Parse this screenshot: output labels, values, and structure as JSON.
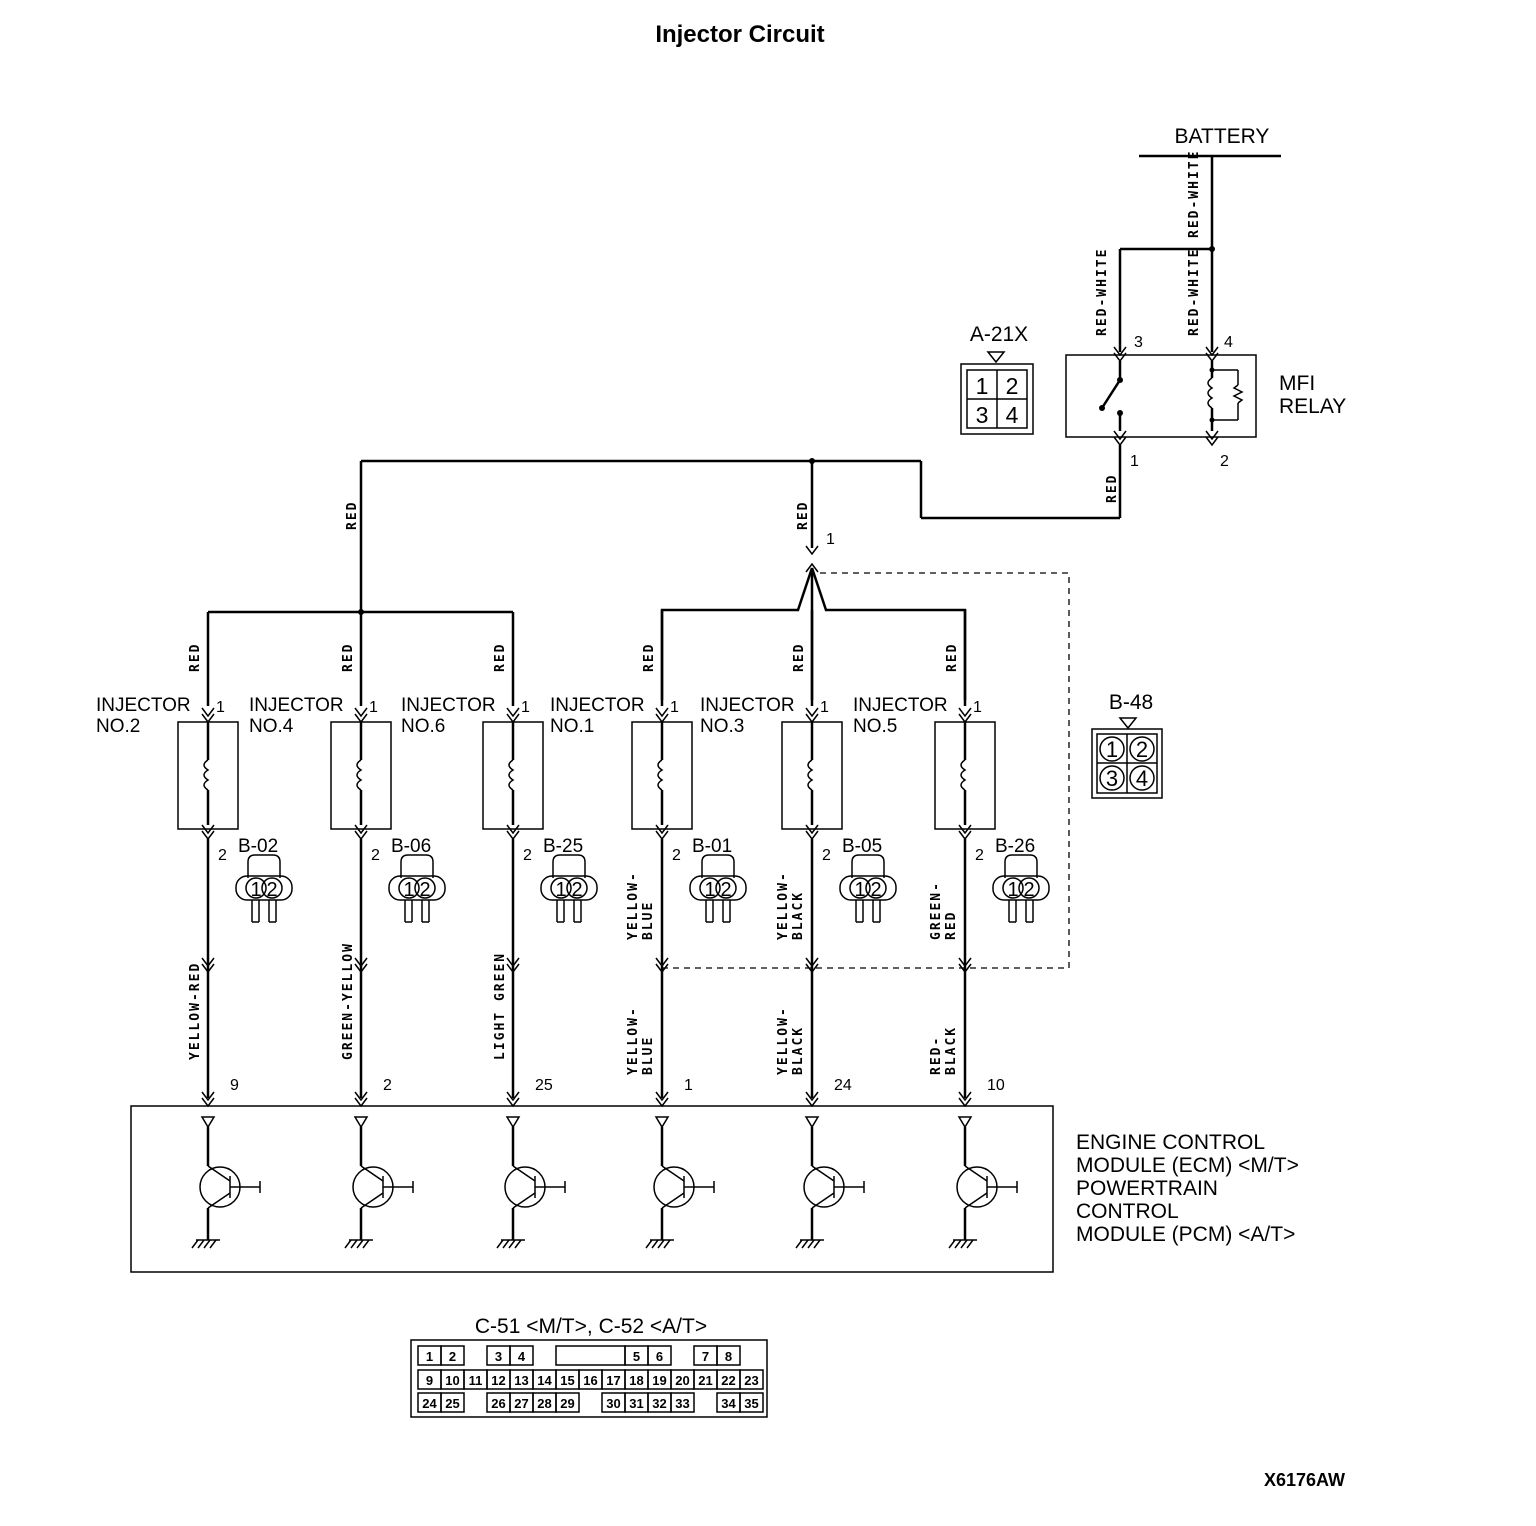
{
  "title": "Injector Circuit",
  "battery": {
    "label": "BATTERY",
    "wire": "RED-WHITE"
  },
  "relay": {
    "label_line1": "MFI",
    "label_line2": "RELAY",
    "connector": "A-21X",
    "pins": {
      "p3": "3",
      "p4": "4",
      "p1": "1",
      "p2": "2"
    },
    "wire_in_left": "RED-WHITE",
    "wire_in_right": "RED-WHITE",
    "wire_out": "RED",
    "connector_cells": [
      "1",
      "2",
      "3",
      "4"
    ]
  },
  "bus": {
    "wire_left": "RED",
    "wire_right": "RED",
    "joint_pin": "1"
  },
  "joint_connector": {
    "label": "B-48",
    "cells": [
      "1",
      "2",
      "3",
      "4"
    ]
  },
  "injectors": [
    {
      "line1": "INJECTOR",
      "line2": "NO.2",
      "connector": "B-02",
      "pin_top": "1",
      "pin_bottom": "2",
      "wire_top": "RED",
      "wire_bottom": "YELLOW-RED",
      "ecm_pin": "9",
      "conn_cells": [
        "1",
        "2"
      ]
    },
    {
      "line1": "INJECTOR",
      "line2": "NO.4",
      "connector": "B-06",
      "pin_top": "1",
      "pin_bottom": "2",
      "wire_top": "RED",
      "wire_bottom": "GREEN-YELLOW",
      "ecm_pin": "2",
      "conn_cells": [
        "1",
        "2"
      ]
    },
    {
      "line1": "INJECTOR",
      "line2": "NO.6",
      "connector": "B-25",
      "pin_top": "1",
      "pin_bottom": "2",
      "wire_top": "RED",
      "wire_bottom": "LIGHT GREEN",
      "ecm_pin": "25",
      "conn_cells": [
        "1",
        "2"
      ]
    },
    {
      "line1": "INJECTOR",
      "line2": "NO.1",
      "connector": "B-01",
      "pin_top": "1",
      "pin_bottom": "2",
      "wire_top": "RED",
      "wire_mid_1": "YELLOW-",
      "wire_mid_2": "BLUE",
      "wire_bottom_1": "YELLOW-",
      "wire_bottom_2": "BLUE",
      "ecm_pin": "1",
      "conn_cells": [
        "1",
        "2"
      ]
    },
    {
      "line1": "INJECTOR",
      "line2": "NO.3",
      "connector": "B-05",
      "pin_top": "1",
      "pin_bottom": "2",
      "wire_top": "RED",
      "wire_mid_1": "YELLOW-",
      "wire_mid_2": "BLACK",
      "wire_bottom_1": "YELLOW-",
      "wire_bottom_2": "BLACK",
      "ecm_pin": "24",
      "conn_cells": [
        "1",
        "2"
      ]
    },
    {
      "line1": "INJECTOR",
      "line2": "NO.5",
      "connector": "B-26",
      "pin_top": "1",
      "pin_bottom": "2",
      "wire_top": "RED",
      "wire_mid_1": "GREEN-",
      "wire_mid_2": "RED",
      "wire_bottom_1": "RED-",
      "wire_bottom_2": "BLACK",
      "ecm_pin": "10",
      "conn_cells": [
        "1",
        "2"
      ]
    }
  ],
  "ecm": {
    "lines": [
      "ENGINE CONTROL",
      "MODULE (ECM) <M/T>",
      "POWERTRAIN",
      "CONTROL",
      "MODULE (PCM) <A/T>"
    ]
  },
  "ecm_connector": {
    "label": "C-51 <M/T>, C-52 <A/T>",
    "row1": [
      "1",
      "2",
      "",
      "3",
      "4",
      "",
      "",
      "",
      "",
      "5",
      "6",
      "",
      "7",
      "8"
    ],
    "row2": [
      "9",
      "10",
      "11",
      "12",
      "13",
      "14",
      "15",
      "16",
      "17",
      "18",
      "19",
      "20",
      "21",
      "22",
      "23"
    ],
    "row3": [
      "24",
      "25",
      "",
      "26",
      "27",
      "28",
      "29",
      "",
      "30",
      "31",
      "32",
      "33",
      "",
      "34",
      "35"
    ]
  },
  "figure_code": "X6176AW"
}
